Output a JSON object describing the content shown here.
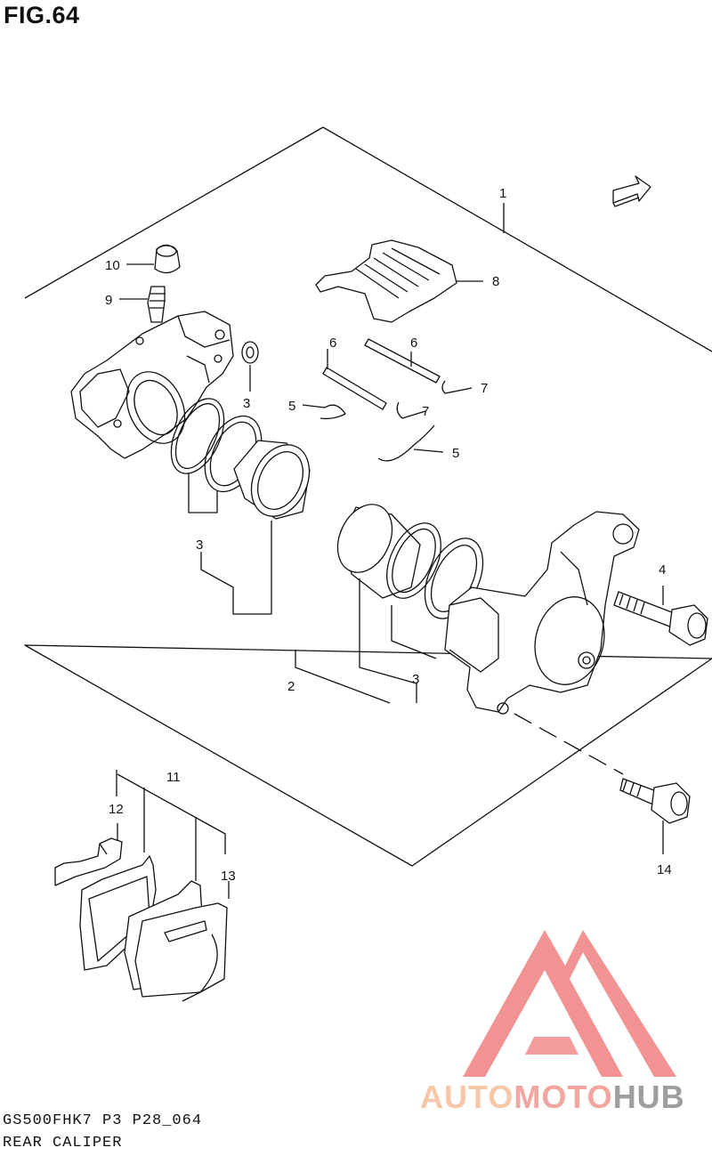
{
  "figure": {
    "title": "FIG.64",
    "model_code": "GS500FHK7 P3 P28_064",
    "subtitle": "REAR CALIPER",
    "fwd_label": "FWD"
  },
  "callouts": [
    {
      "id": "c1",
      "text": "1"
    },
    {
      "id": "c2",
      "text": "2"
    },
    {
      "id": "c3a",
      "text": "3"
    },
    {
      "id": "c3b",
      "text": "3"
    },
    {
      "id": "c3c",
      "text": "3"
    },
    {
      "id": "c4",
      "text": "4"
    },
    {
      "id": "c5a",
      "text": "5"
    },
    {
      "id": "c5b",
      "text": "5"
    },
    {
      "id": "c6a",
      "text": "6"
    },
    {
      "id": "c6b",
      "text": "6"
    },
    {
      "id": "c7a",
      "text": "7"
    },
    {
      "id": "c7b",
      "text": "7"
    },
    {
      "id": "c8",
      "text": "8"
    },
    {
      "id": "c9",
      "text": "9"
    },
    {
      "id": "c10",
      "text": "10"
    },
    {
      "id": "c11",
      "text": "11"
    },
    {
      "id": "c12",
      "text": "12"
    },
    {
      "id": "c13",
      "text": "13"
    },
    {
      "id": "c14",
      "text": "14"
    }
  ],
  "watermark": {
    "part1": "AUTO",
    "part2": "MOTO",
    "part3": "HUB",
    "colors": {
      "logo": "#f08080",
      "auto": "#f7c8a8",
      "moto": "#f3a59f",
      "hub": "#9e9e9e"
    }
  }
}
